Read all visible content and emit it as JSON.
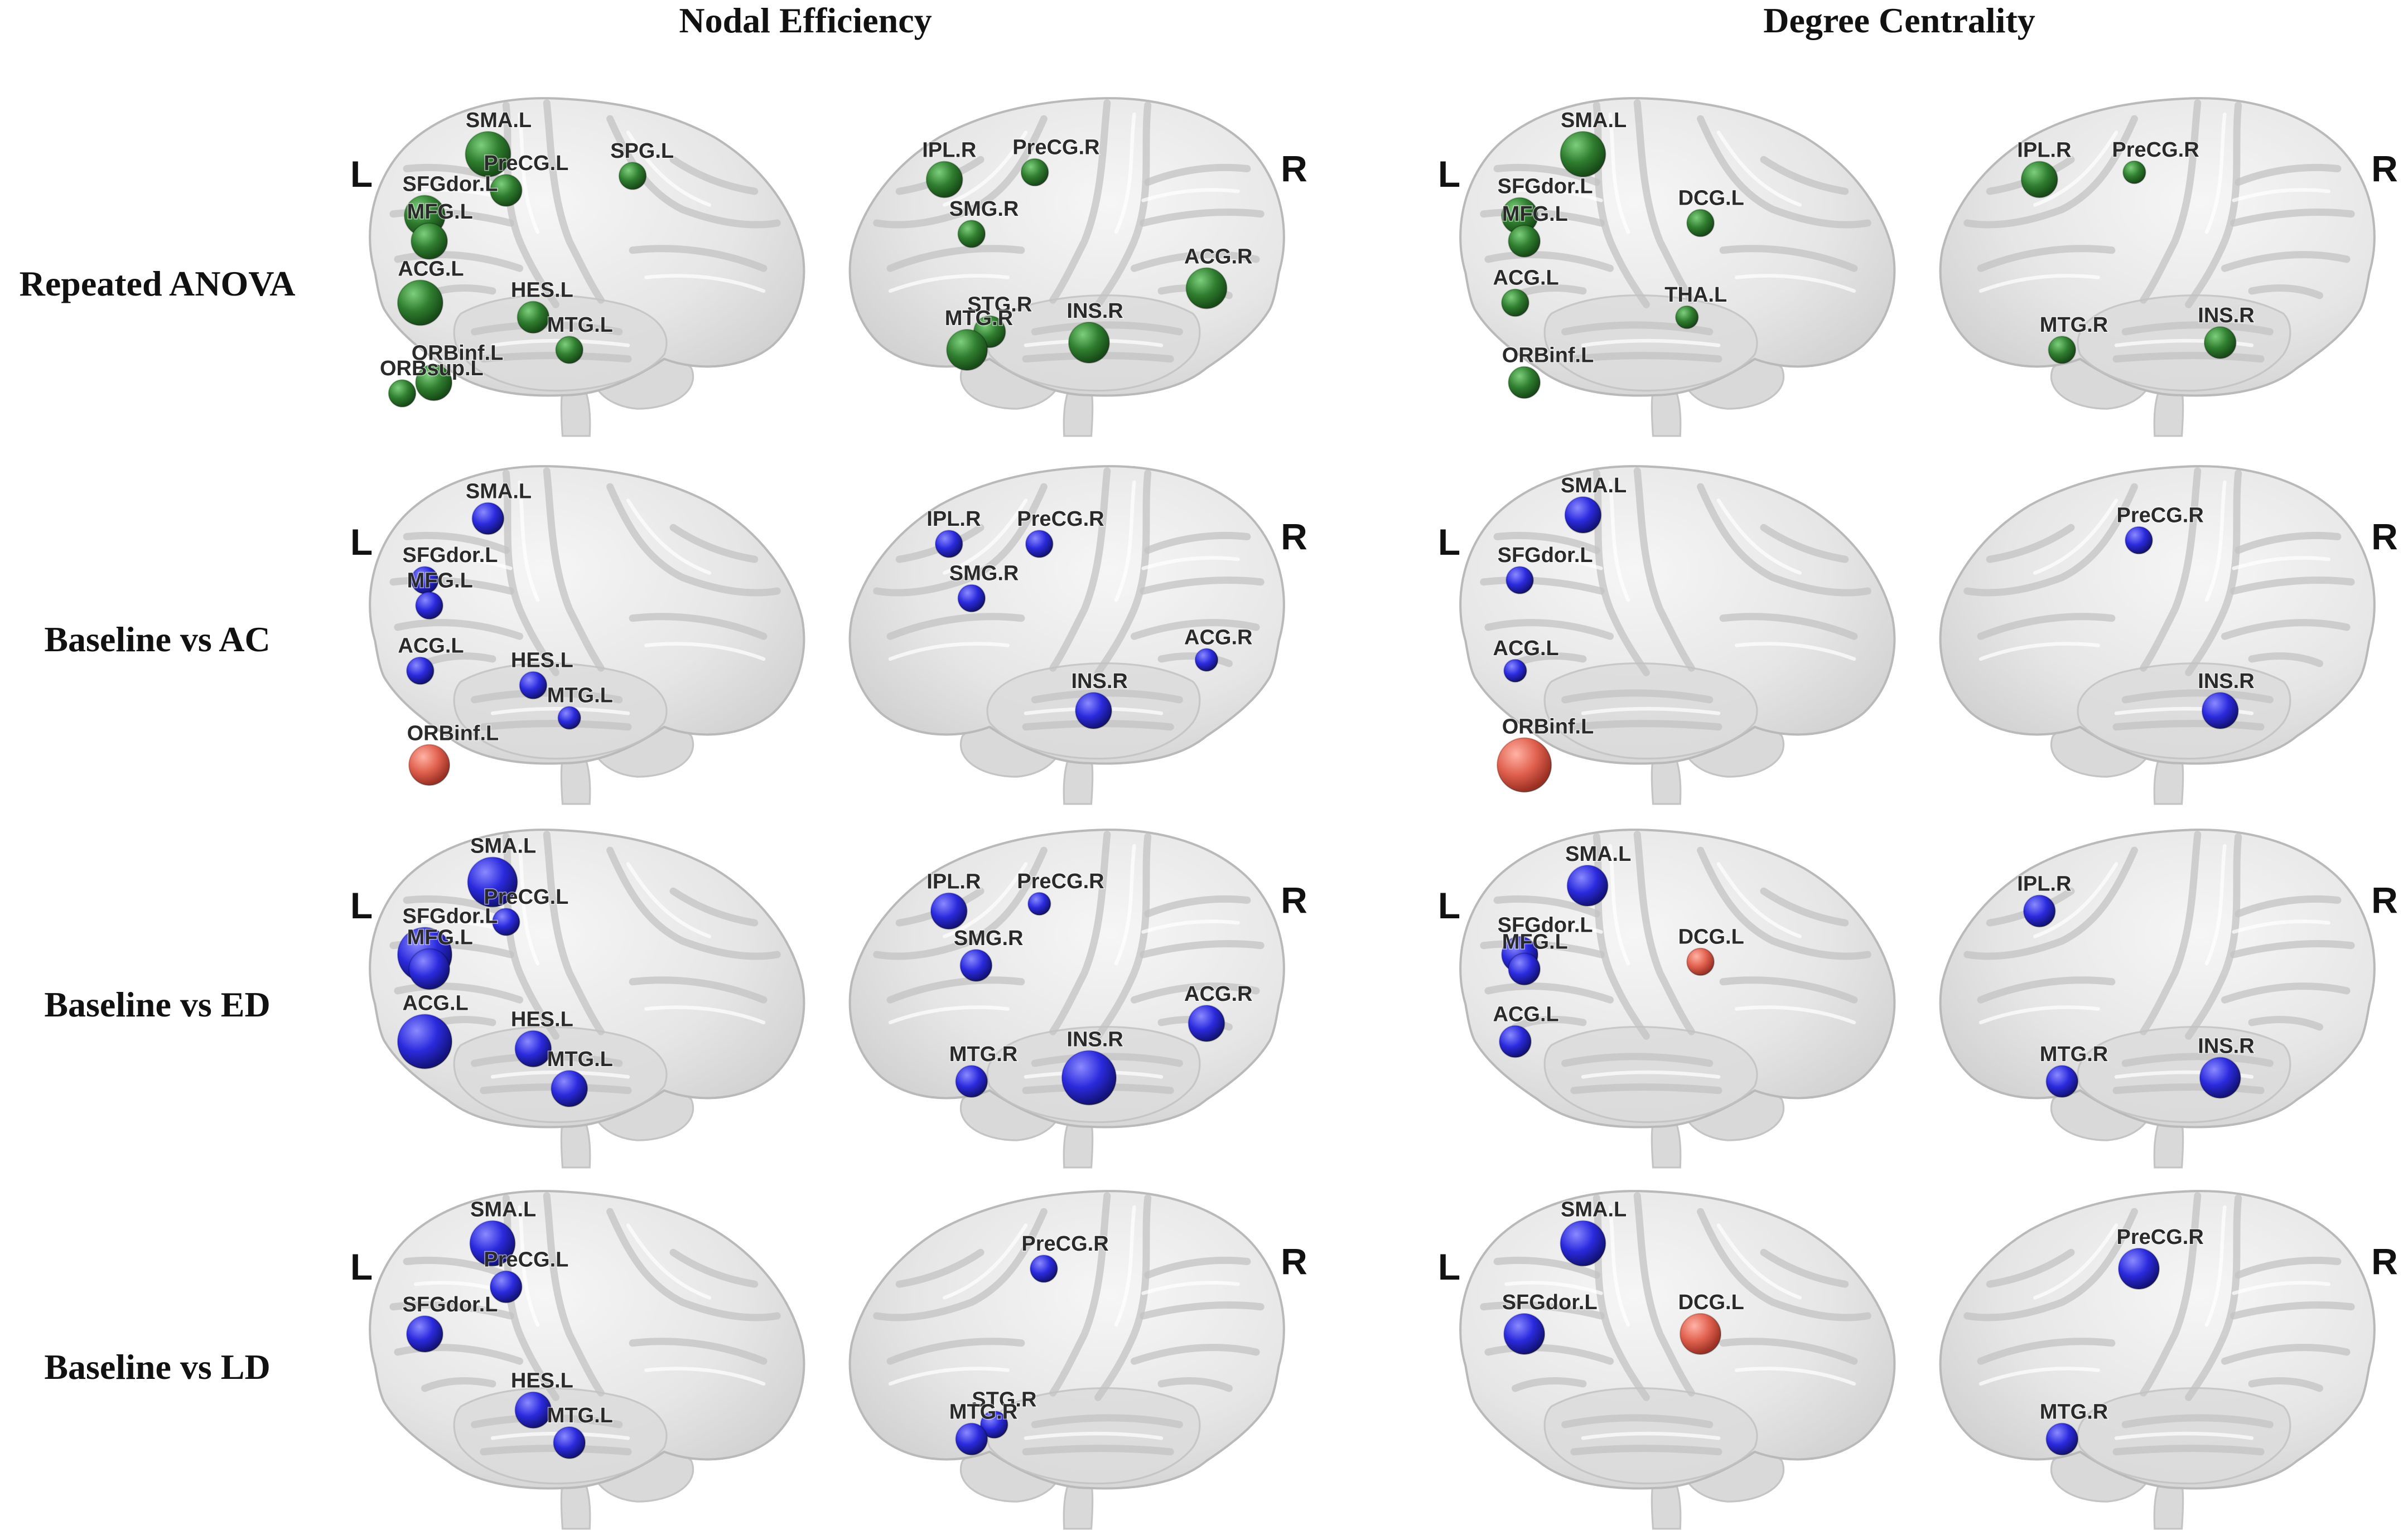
{
  "column_titles": [
    "Nodal Efficiency",
    "Degree Centrality"
  ],
  "row_titles": [
    "Repeated ANOVA",
    "Baseline vs AC",
    "Baseline vs ED",
    "Baseline vs LD"
  ],
  "hemisphere_labels": {
    "left": "L",
    "right": "R"
  },
  "colors": {
    "green": "#2f7d2f",
    "blue": "#2a2add",
    "red": "#e0604e"
  },
  "panels": [
    {
      "id": "ne-anova",
      "row": 0,
      "col": 0,
      "hemi": "left",
      "color": "green",
      "nodes": [
        [
          "SMA.L",
          0.29,
          0.21,
          0.05
        ],
        [
          "PreCG.L",
          0.33,
          0.31,
          0.035
        ],
        [
          "SPG.L",
          0.61,
          0.27,
          0.03
        ],
        [
          "SFGdor.L",
          0.15,
          0.38,
          0.045
        ],
        [
          "MFG.L",
          0.16,
          0.45,
          0.04
        ],
        [
          "ACG.L",
          0.14,
          0.62,
          0.05
        ],
        [
          "HES.L",
          0.39,
          0.66,
          0.035
        ],
        [
          "MTG.L",
          0.47,
          0.75,
          0.03
        ],
        [
          "ORBinf.L",
          0.17,
          0.84,
          0.04
        ],
        [
          "ORBsup.L",
          0.1,
          0.87,
          0.03
        ]
      ]
    },
    {
      "id": "ne-anova",
      "row": 0,
      "col": 0,
      "hemi": "right",
      "color": "green",
      "nodes": [
        [
          "IPL.R",
          0.22,
          0.28,
          0.04
        ],
        [
          "PreCG.R",
          0.42,
          0.26,
          0.03
        ],
        [
          "SMG.R",
          0.28,
          0.43,
          0.03
        ],
        [
          "ACG.R",
          0.8,
          0.58,
          0.045
        ],
        [
          "STG.R",
          0.32,
          0.7,
          0.035
        ],
        [
          "MTG.R",
          0.27,
          0.75,
          0.045
        ],
        [
          "INS.R",
          0.54,
          0.73,
          0.045
        ]
      ]
    },
    {
      "id": "dc-anova",
      "row": 0,
      "col": 1,
      "hemi": "left",
      "color": "green",
      "nodes": [
        [
          "SMA.L",
          0.3,
          0.21,
          0.05
        ],
        [
          "SFGdor.L",
          0.16,
          0.38,
          0.04
        ],
        [
          "MFG.L",
          0.17,
          0.45,
          0.035
        ],
        [
          "DCG.L",
          0.56,
          0.4,
          0.03
        ],
        [
          "ACG.L",
          0.15,
          0.62,
          0.03
        ],
        [
          "THA.L",
          0.53,
          0.66,
          0.025
        ],
        [
          "ORBinf.L",
          0.17,
          0.84,
          0.035
        ]
      ]
    },
    {
      "id": "dc-anova",
      "row": 0,
      "col": 1,
      "hemi": "right",
      "color": "green",
      "nodes": [
        [
          "IPL.R",
          0.23,
          0.28,
          0.04
        ],
        [
          "PreCG.R",
          0.44,
          0.26,
          0.025
        ],
        [
          "MTG.R",
          0.28,
          0.75,
          0.03
        ],
        [
          "INS.R",
          0.63,
          0.73,
          0.035
        ]
      ]
    },
    {
      "id": "ne-ac",
      "row": 1,
      "col": 0,
      "hemi": "left",
      "color": "blue",
      "nodes": [
        [
          "SMA.L",
          0.29,
          0.2,
          0.035
        ],
        [
          "SFGdor.L",
          0.15,
          0.37,
          0.03
        ],
        [
          "MFG.L",
          0.16,
          0.44,
          0.03
        ],
        [
          "ACG.L",
          0.14,
          0.62,
          0.03
        ],
        [
          "HES.L",
          0.39,
          0.66,
          0.03
        ],
        [
          "MTG.L",
          0.47,
          0.75,
          0.025
        ],
        [
          "ORBinf.L",
          0.16,
          0.88,
          0.045,
          "red"
        ]
      ]
    },
    {
      "id": "ne-ac",
      "row": 1,
      "col": 0,
      "hemi": "right",
      "color": "blue",
      "nodes": [
        [
          "IPL.R",
          0.23,
          0.27,
          0.03
        ],
        [
          "PreCG.R",
          0.43,
          0.27,
          0.03
        ],
        [
          "SMG.R",
          0.28,
          0.42,
          0.03
        ],
        [
          "ACG.R",
          0.8,
          0.59,
          0.025
        ],
        [
          "INS.R",
          0.55,
          0.73,
          0.04
        ]
      ]
    },
    {
      "id": "dc-ac",
      "row": 1,
      "col": 1,
      "hemi": "left",
      "color": "blue",
      "nodes": [
        [
          "SMA.L",
          0.3,
          0.19,
          0.04
        ],
        [
          "SFGdor.L",
          0.16,
          0.37,
          0.03
        ],
        [
          "ACG.L",
          0.15,
          0.62,
          0.025
        ],
        [
          "ORBinf.L",
          0.17,
          0.88,
          0.06,
          "red"
        ]
      ]
    },
    {
      "id": "dc-ac",
      "row": 1,
      "col": 1,
      "hemi": "right",
      "color": "blue",
      "nodes": [
        [
          "PreCG.R",
          0.45,
          0.26,
          0.03
        ],
        [
          "INS.R",
          0.63,
          0.73,
          0.04
        ]
      ]
    },
    {
      "id": "ne-ed",
      "row": 2,
      "col": 0,
      "hemi": "left",
      "color": "blue",
      "nodes": [
        [
          "SMA.L",
          0.3,
          0.2,
          0.055
        ],
        [
          "PreCG.L",
          0.33,
          0.31,
          0.03
        ],
        [
          "SFGdor.L",
          0.15,
          0.4,
          0.06
        ],
        [
          "MFG.L",
          0.16,
          0.44,
          0.045
        ],
        [
          "ACG.L",
          0.15,
          0.64,
          0.06
        ],
        [
          "HES.L",
          0.39,
          0.66,
          0.04
        ],
        [
          "MTG.L",
          0.47,
          0.77,
          0.04
        ]
      ]
    },
    {
      "id": "ne-ed",
      "row": 2,
      "col": 0,
      "hemi": "right",
      "color": "blue",
      "nodes": [
        [
          "IPL.R",
          0.23,
          0.28,
          0.04
        ],
        [
          "PreCG.R",
          0.43,
          0.26,
          0.025
        ],
        [
          "SMG.R",
          0.29,
          0.43,
          0.035
        ],
        [
          "ACG.R",
          0.8,
          0.59,
          0.04
        ],
        [
          "MTG.R",
          0.28,
          0.75,
          0.035
        ],
        [
          "INS.R",
          0.54,
          0.74,
          0.06
        ]
      ]
    },
    {
      "id": "dc-ed",
      "row": 2,
      "col": 1,
      "hemi": "left",
      "color": "blue",
      "nodes": [
        [
          "SMA.L",
          0.31,
          0.21,
          0.045
        ],
        [
          "SFGdor.L",
          0.16,
          0.4,
          0.04
        ],
        [
          "MFG.L",
          0.17,
          0.44,
          0.035
        ],
        [
          "DCG.L",
          0.56,
          0.42,
          0.03,
          "red"
        ],
        [
          "ACG.L",
          0.15,
          0.64,
          0.035
        ]
      ]
    },
    {
      "id": "dc-ed",
      "row": 2,
      "col": 1,
      "hemi": "right",
      "color": "blue",
      "nodes": [
        [
          "IPL.R",
          0.23,
          0.28,
          0.035
        ],
        [
          "MTG.R",
          0.28,
          0.75,
          0.035
        ],
        [
          "INS.R",
          0.63,
          0.74,
          0.045
        ]
      ]
    },
    {
      "id": "ne-ld",
      "row": 3,
      "col": 0,
      "hemi": "left",
      "color": "blue",
      "nodes": [
        [
          "SMA.L",
          0.3,
          0.2,
          0.05
        ],
        [
          "PreCG.L",
          0.33,
          0.32,
          0.035
        ],
        [
          "SFGdor.L",
          0.15,
          0.45,
          0.04
        ],
        [
          "HES.L",
          0.39,
          0.66,
          0.04
        ],
        [
          "MTG.L",
          0.47,
          0.75,
          0.035
        ]
      ]
    },
    {
      "id": "ne-ld",
      "row": 3,
      "col": 0,
      "hemi": "right",
      "color": "blue",
      "nodes": [
        [
          "PreCG.R",
          0.44,
          0.27,
          0.03
        ],
        [
          "STG.R",
          0.33,
          0.7,
          0.03
        ],
        [
          "MTG.R",
          0.28,
          0.74,
          0.035
        ]
      ]
    },
    {
      "id": "dc-ld",
      "row": 3,
      "col": 1,
      "hemi": "left",
      "color": "blue",
      "nodes": [
        [
          "SMA.L",
          0.3,
          0.2,
          0.05
        ],
        [
          "SFGdor.L",
          0.17,
          0.45,
          0.045
        ],
        [
          "DCG.L",
          0.56,
          0.45,
          0.045,
          "red"
        ]
      ]
    },
    {
      "id": "dc-ld",
      "row": 3,
      "col": 1,
      "hemi": "right",
      "color": "blue",
      "nodes": [
        [
          "PreCG.R",
          0.45,
          0.27,
          0.045
        ],
        [
          "MTG.R",
          0.28,
          0.74,
          0.035
        ]
      ]
    }
  ]
}
